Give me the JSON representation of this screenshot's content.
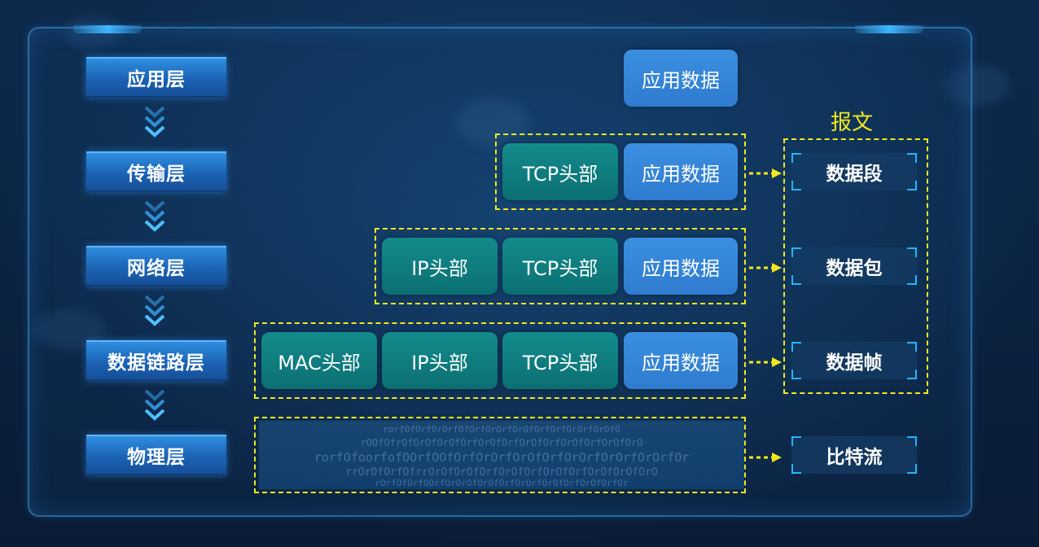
{
  "layers": [
    "应用层",
    "传输层",
    "网络层",
    "数据链路层",
    "物理层"
  ],
  "headers": {
    "mac": "MAC头部",
    "ip": "IP头部",
    "tcp": "TCP头部",
    "app": "应用数据"
  },
  "message_title": "报文",
  "units": [
    "数据段",
    "数据包",
    "数据帧",
    "比特流"
  ],
  "bitstream_lines": [
    "rorfOfOrfOrOrfOfOrfOrOrfOrOfOrfOrfOrOrfOrOfO",
    "rOOfOfrOfOrOfOrOfOrfOrOfOrfOrOfOrfOrOfOrfOrOfOrO",
    "rorfOfoorfofOOrfOOfOrfOrOrfOrOfOrfOrOrfOrOrfOrOrfOr",
    "rrOrOfOrfOfrrOrOfOrOfOrfOrOfOrfOrOfOrfOrOfOrOfOrO",
    "rOrfOfOrfOOrfOrOrOfOrOfOrfOrOrfOrOfOrfOrOfOrfOr"
  ],
  "colors": {
    "accent_yellow": "#f2e81e",
    "teal": "#0b6f72",
    "blue": "#2f7bd0",
    "layer_blue": "#1b63b5"
  }
}
